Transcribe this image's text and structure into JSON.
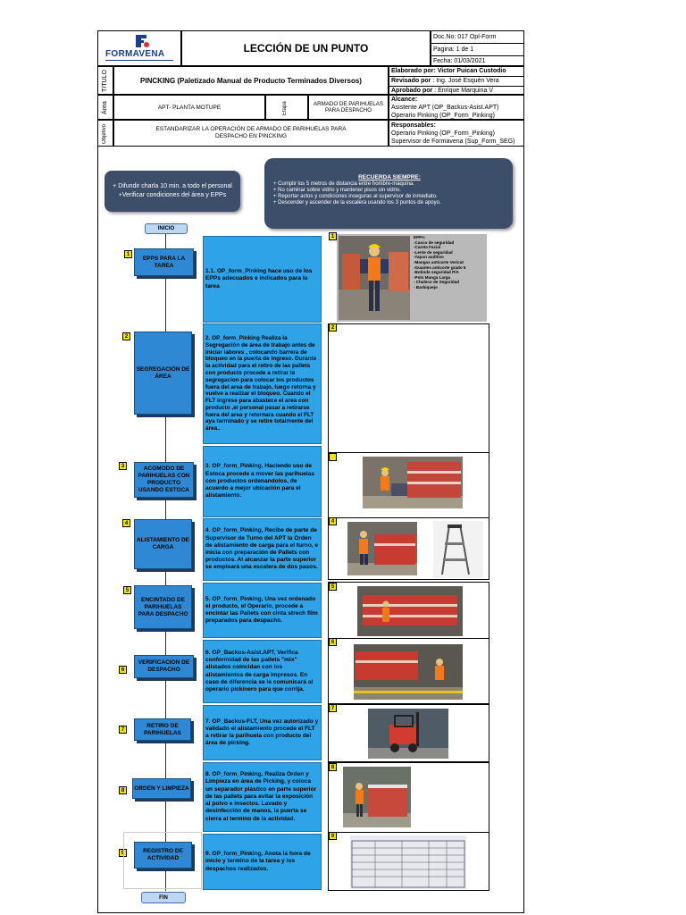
{
  "header": {
    "logo_text": "FORMAVENA",
    "title": "LECCIÓN DE UN PUNTO",
    "doc_no": "Doc.No:  017 Opl-Form",
    "pagina": "Pagina: 1 de 1",
    "fecha": "Fecha: 01/03/2021",
    "titulo_label": "TITULO",
    "titulo_value": "PINCKING (Paletizado Manual de Producto Terminados Diversos)",
    "elaborado_label": "Elaborado por:",
    "elaborado_value": "Victor Puican Custodio",
    "revisado_label": "Revisado por",
    "revisado_value": ": Ing. José Esquén Vera",
    "aprobado_label": "Aprobado por",
    "aprobado_value": ": Enrique Marquina V",
    "area_label": "Área",
    "area_value": "APT- PLANTA MOTUPE",
    "etapa_label": "Etapa",
    "etapa_value": "ARMADO DE PARIHUELAS PARA DESPACHO",
    "alcance_label": "Alcance:",
    "alcance_1": "Asistente APT (OP_Backus-Asist.APT)",
    "alcance_2": "Operario Pinking (OP_Form_Pinking)",
    "objetivo_label": "Objetivo",
    "objetivo_value": "ESTANDARIZAR LA OPERACIÓN DE ARMADO DE PARIHUELAS PARA DESPACHO EN PINCKING",
    "responsables_label": "Responsables:",
    "responsables_1": "Operario Pinking (OP_Form_Pinking)",
    "responsables_2": "Supervisor de Formavena (Sup_Form_SEG)"
  },
  "notice_left": {
    "text": "+ Difundir charla 10 min. a todo el personal\n+Verificar condiciones del área y EPPs"
  },
  "notice_right": {
    "title": "RECUERDA SIEMPRE:",
    "lines": [
      "+ Cumplir los 5 metros de distancia entre hombre-máquina.",
      "+ No caminar sobre vidrio y mantener pisos sin vidrio.",
      "+ Reportar actos y condiciones inseguras al supervisor de inmediato.",
      "+ Descender y ascender de la escalera usando los 3 puntos de apoyo."
    ]
  },
  "flow": {
    "inicio": "INICIO",
    "fin": "FIN"
  },
  "steps": [
    {
      "num": "1",
      "label": "EPPS PARA LA TAREA",
      "desc": "1.1. OP_form_Pinking hace uso de los EPPs adecuados e indicados para la tarea"
    },
    {
      "num": "2",
      "label": "SEGREGACIÓN DE ÁREA",
      "desc": "2. OP_form_Pinking Realiza la Segregación de área de trabajo antes de iniciar labores , colocando barrera de bloqueo en la puerta de ingreso. Durante la actividad para el retiro de las pallets con producto procede a retirar la segregacion para colocar los productos fuera del area de trabajo, luego retorna y vuelve a realizar el bloqueo.  Cuando el FLT ingrese para abastece el area con producto ,el personal pasar a retirarse fuera del area y retornara cuando el FLT aya terminado y se retire totalmente del área.."
    },
    {
      "num": "3",
      "label": "ACOMODO DE PARIHUELAS CON PRODUCTO USANDO ESTOCA",
      "desc": "3. OP_form_Pinking, Haciendo uso de Estoca procede a mover las parihuelas con productos ordenandolos, de acuerdo a mejor ubicación para el alistamiento."
    },
    {
      "num": "4",
      "label": "ALISTAMIENTO DE CARGA",
      "desc": "4. OP_form_Pinking, Recibe de parte de Supervisor de Turno del APT la Orden de alistamiento de carga para el turno, e inicia con preparación de Pallets con productos. Al alcanzar la parte superior se empleará una escalera de dos pasos."
    },
    {
      "num": "5",
      "label": "ENCINTADO DE PARIHUELAS PARA DESPACHO",
      "desc": "5. OP_form_Pinking, Una vez ordenado el producto, el Operario, procede a encintar las Pallets con cinta strech film preparados para despacho."
    },
    {
      "num": "6",
      "label": "VERIFICACION DE DESPACHO",
      "desc": "6. OP_Backus-Asist.APT, Verifica conformidad de las pallets \"mix\" alistados coincidan con los alistamientos de carga impresos. En caso de diferencia se le comunicará al operario pickinero para que corrija."
    },
    {
      "num": "7",
      "label": "RETIRO DE PARIHUELAS",
      "desc": "7. OP_Backus-FLT, Una vez autorizado y validado el alistamiento procede el FLT a retirar la parihuela con producto del área de picking."
    },
    {
      "num": "8",
      "label": "ORDEN Y LIMPIEZA",
      "desc": "8. OP_form_Pinking, Realiza Orden y Limpieza en área de Picking, y coloca un separador plástico en parte superior de las pallets para evitar la exposición al polvo e insectos. Lavado y desinfección de manos, la puerta se cierra al termino de la actividad."
    },
    {
      "num": "9",
      "label": "REGISTRO DE ACTIVIDAD",
      "desc": "9. OP_form_Pinking, Anota la hora de inicio y termino de la tarea y los despachos realizados."
    }
  ],
  "image_tags": [
    "1",
    "2",
    "",
    "4",
    "5",
    "6",
    "7",
    "8",
    "9"
  ],
  "epps": {
    "title": "EPPs:",
    "items": [
      "-Casco de seguridad",
      "-Careta Facial",
      "-Lente de seguridad",
      "-Tapon auditivo",
      "-Mangas anticorte Vericut",
      "-Guantes anticorte grado 5",
      "-Botinde seguridad P/A",
      "-Polo Manga Larga",
      "- Chaleco de Seguridad",
      "- Barbiquejo"
    ]
  },
  "colors": {
    "step_box": "#2f88d3",
    "desc_box": "#2fa3e8",
    "notice": "#3d4e6a",
    "tag": "#f2e600"
  }
}
